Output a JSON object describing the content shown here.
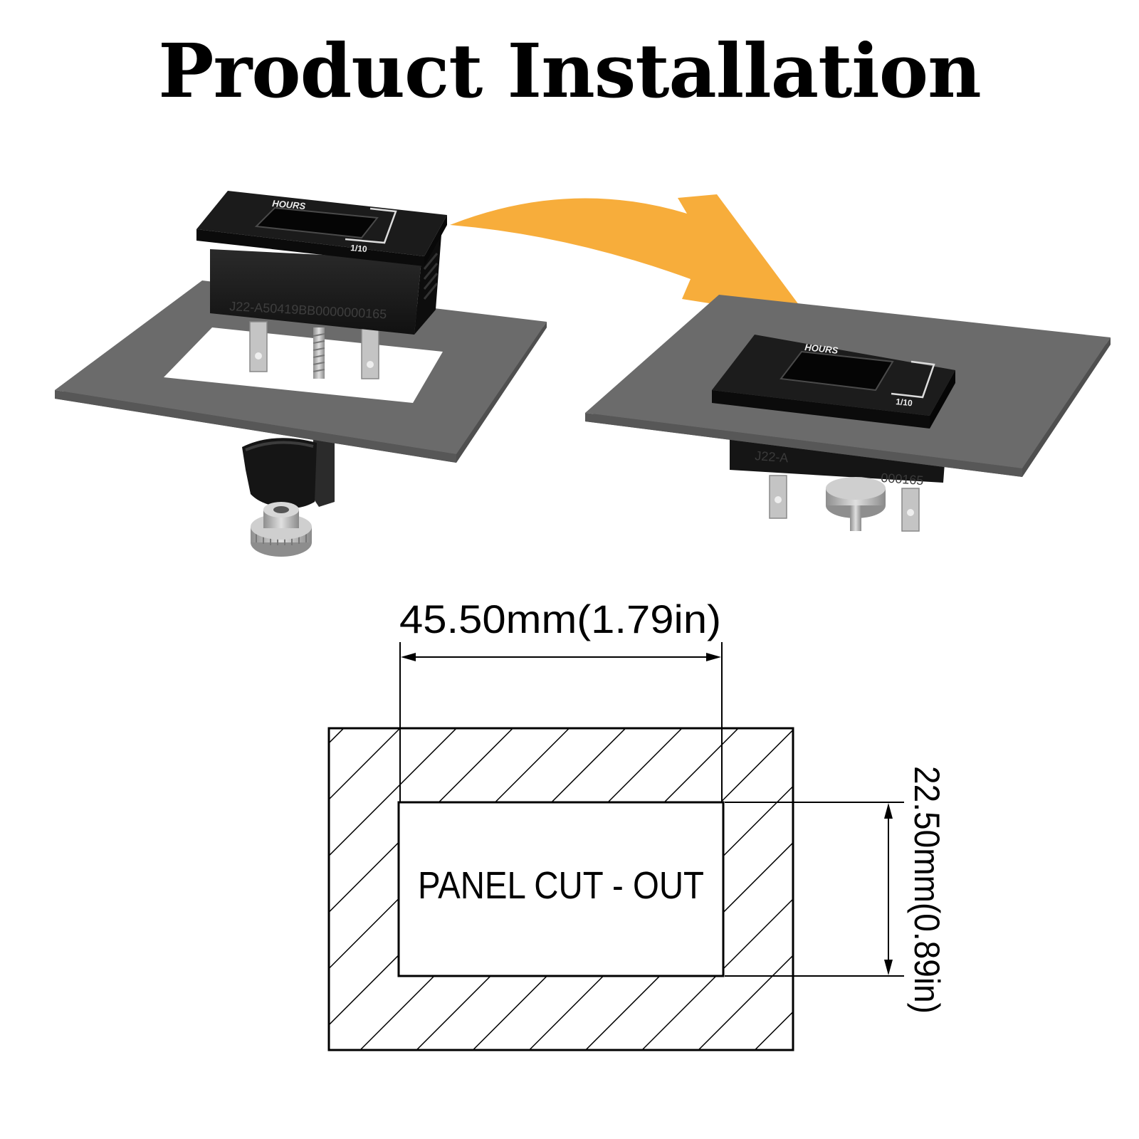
{
  "title": "Product Installation",
  "device": {
    "display_label": "HOURS",
    "scale_label": "1/10",
    "serial_text": "J22-A50419BB0000000165",
    "serial_text_partial_left": "J22-A",
    "serial_text_partial_right": "000165"
  },
  "diagram": {
    "width_dimension": "45.50mm(1.79in)",
    "height_dimension": "22.50mm(0.89in)",
    "cutout_label": "PANEL CUT - OUT"
  },
  "colors": {
    "panel": "#6b6b6b",
    "panel_edge": "#555555",
    "device_body": "#1c1c1c",
    "arrow": "#f7ad3b",
    "metal": "#b9b9b9"
  }
}
